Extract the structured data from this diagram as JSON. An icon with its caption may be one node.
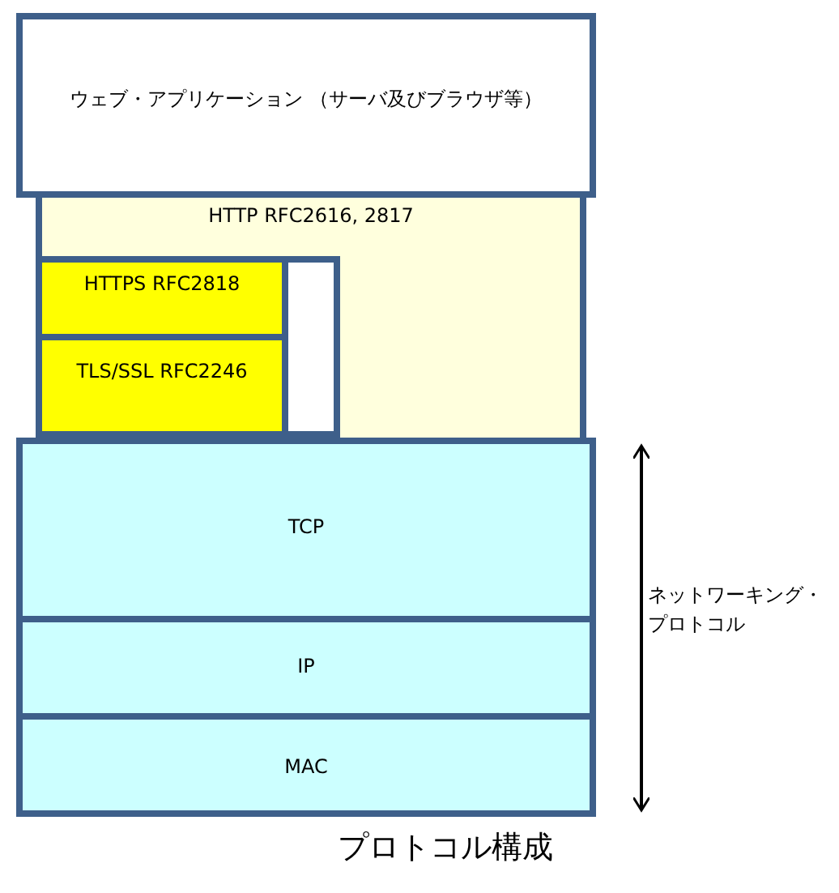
{
  "diagram": {
    "caption": "プロトコル構成",
    "nodes": [
      {
        "text": [
          "ウェブ・アプリケーション （サーバ及びブラウザ等）"
        ]
      },
      {
        "text": [
          "HTTP RFC2616, 2817"
        ]
      },
      {
        "text": [
          "HTTPS RFC2818"
        ],
        "in": 1
      },
      {
        "text": [
          "TLS/SSL RFC2246"
        ],
        "in": 1
      },
      {
        "text": [],
        "shape": "box",
        "in": 1
      },
      {
        "text": [
          "TCP"
        ]
      },
      {
        "text": [
          "IP"
        ]
      },
      {
        "text": [
          "MAC"
        ]
      }
    ],
    "edges": [],
    "labels": [
      "ネットワーキング・プロトコル"
    ]
  }
}
